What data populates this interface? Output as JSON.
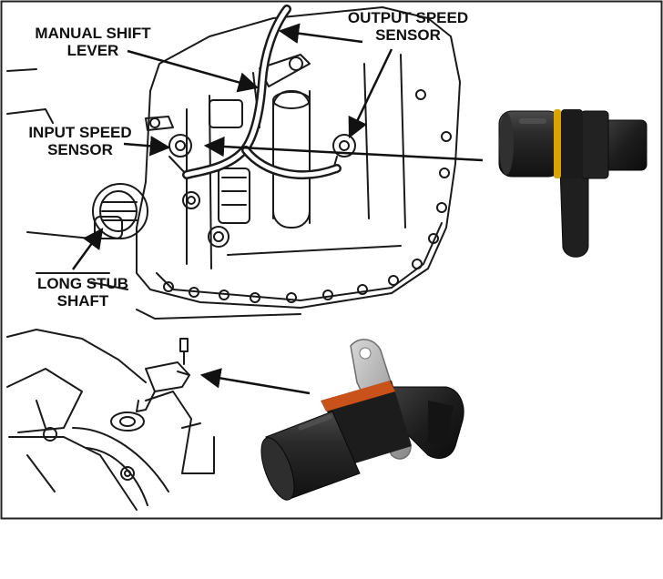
{
  "labels": {
    "manual_shift_lever": [
      "MANUAL SHIFT",
      "LEVER"
    ],
    "output_speed_sensor": [
      "OUTPUT SPEED",
      "SENSOR"
    ],
    "input_speed_sensor": [
      "INPUT SPEED",
      "SENSOR"
    ],
    "long_stub_shaft": [
      "LONG STUB",
      "SHAFT"
    ]
  },
  "colors": {
    "line_art": "#1a1a1a",
    "sensor_body": "#222222",
    "sensor_highlight": "#3b3b3b",
    "sensor_ring_yellow": "#d9a400",
    "sensor_ring_orange": "#c9521a",
    "bracket_metal": "#b9b9b9"
  }
}
